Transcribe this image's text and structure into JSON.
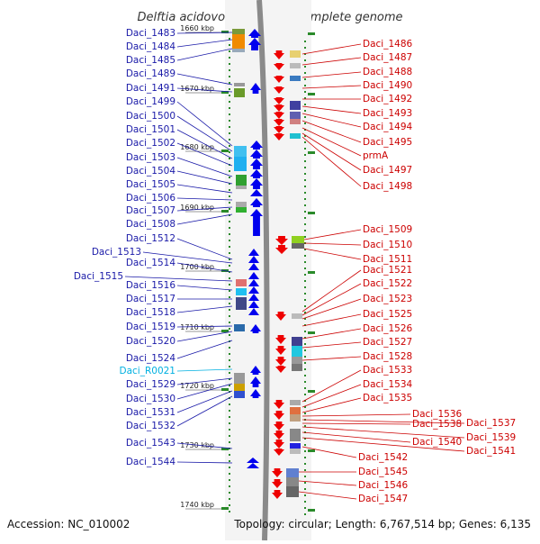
{
  "title": "Delftia acidovorans SPH-1, complete genome",
  "accession": "Accession: NC_010002",
  "topology": "Topology: circular; Length: 6,767,514 bp; Genes: 6,135",
  "colors": {
    "left_label": "#1a1aa8",
    "right_label": "#cc0000",
    "rna_label": "#00b0e0",
    "fwd_arrow": "#0000ee",
    "rev_arrow": "#ee0000",
    "axis": "#8a8a8a",
    "tick": "#2a8a2a"
  },
  "scale_labels": [
    "1660 kbp",
    "1670 kbp",
    "1680 kbp",
    "1690 kbp",
    "1700 kbp",
    "1710 kbp",
    "1720 kbp",
    "1730 kbp",
    "1740 kbp"
  ],
  "left_genes": [
    {
      "id": "Daci_1483"
    },
    {
      "id": "Daci_1484"
    },
    {
      "id": "Daci_1485"
    },
    {
      "id": "Daci_1489"
    },
    {
      "id": "Daci_1491"
    },
    {
      "id": "Daci_1499"
    },
    {
      "id": "Daci_1500"
    },
    {
      "id": "Daci_1501"
    },
    {
      "id": "Daci_1502"
    },
    {
      "id": "Daci_1503"
    },
    {
      "id": "Daci_1504"
    },
    {
      "id": "Daci_1505"
    },
    {
      "id": "Daci_1506"
    },
    {
      "id": "Daci_1507"
    },
    {
      "id": "Daci_1508"
    },
    {
      "id": "Daci_1512"
    },
    {
      "id": "Daci_1513"
    },
    {
      "id": "Daci_1514"
    },
    {
      "id": "Daci_1515"
    },
    {
      "id": "Daci_1516"
    },
    {
      "id": "Daci_1517"
    },
    {
      "id": "Daci_1518"
    },
    {
      "id": "Daci_1519"
    },
    {
      "id": "Daci_1520"
    },
    {
      "id": "Daci_1524"
    },
    {
      "id": "Daci_R0021",
      "rna": true
    },
    {
      "id": "Daci_1529"
    },
    {
      "id": "Daci_1530"
    },
    {
      "id": "Daci_1531"
    },
    {
      "id": "Daci_1532"
    },
    {
      "id": "Daci_1543"
    },
    {
      "id": "Daci_1544"
    }
  ],
  "right_genes": [
    {
      "id": "Daci_1486"
    },
    {
      "id": "Daci_1487"
    },
    {
      "id": "Daci_1488"
    },
    {
      "id": "Daci_1490"
    },
    {
      "id": "Daci_1492"
    },
    {
      "id": "Daci_1493"
    },
    {
      "id": "Daci_1494"
    },
    {
      "id": "Daci_1495"
    },
    {
      "id": "prmA"
    },
    {
      "id": "Daci_1497"
    },
    {
      "id": "Daci_1498"
    },
    {
      "id": "Daci_1509"
    },
    {
      "id": "Daci_1510"
    },
    {
      "id": "Daci_1511"
    },
    {
      "id": "Daci_1521"
    },
    {
      "id": "Daci_1522"
    },
    {
      "id": "Daci_1523"
    },
    {
      "id": "Daci_1525"
    },
    {
      "id": "Daci_1526"
    },
    {
      "id": "Daci_1527"
    },
    {
      "id": "Daci_1528"
    },
    {
      "id": "Daci_1533"
    },
    {
      "id": "Daci_1534"
    },
    {
      "id": "Daci_1535"
    },
    {
      "id": "Daci_1536"
    },
    {
      "id": "Daci_1537"
    },
    {
      "id": "Daci_1538"
    },
    {
      "id": "Daci_1539"
    },
    {
      "id": "Daci_1540"
    },
    {
      "id": "Daci_1541"
    },
    {
      "id": "Daci_1542"
    },
    {
      "id": "Daci_1545"
    },
    {
      "id": "Daci_1546"
    },
    {
      "id": "Daci_1547"
    }
  ]
}
